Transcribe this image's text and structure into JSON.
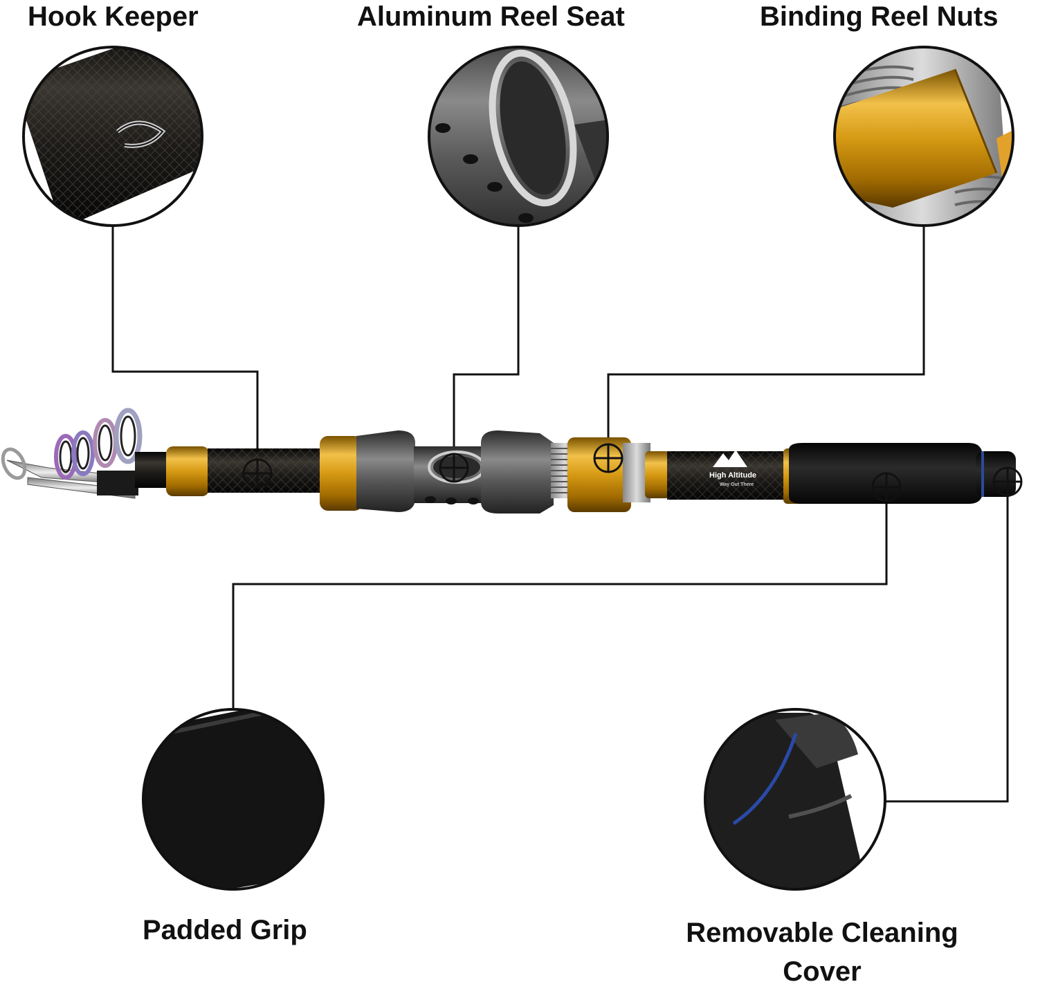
{
  "labels": {
    "hook_keeper": "Hook Keeper",
    "reel_seat": "Aluminum Reel Seat",
    "reel_nuts": "Binding Reel Nuts",
    "padded_grip": "Padded Grip",
    "cleaning_cover": "Removable Cleaning Cover"
  },
  "logo": {
    "brand": "High Altitude",
    "tagline": "Way Out There"
  },
  "colors": {
    "gold": "#d69a14",
    "rod_black": "#1a1a1a",
    "metal_gray": "#5a5a5a",
    "foam": "#141414",
    "line": "#111111"
  }
}
